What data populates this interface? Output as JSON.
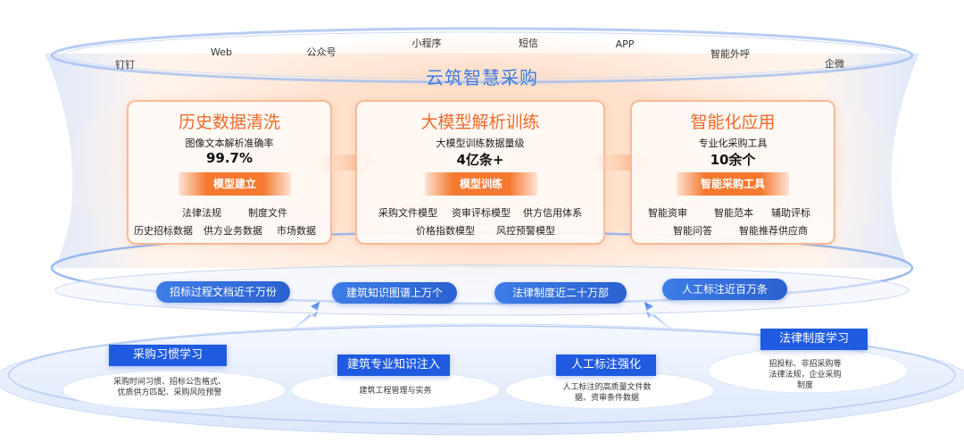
{
  "colors": {
    "accent_orange": "#f06a2c",
    "accent_blue": "#1f5be0",
    "title_blue": "#3d7be0"
  },
  "channels": [
    "钉钉",
    "Web",
    "公众号",
    "小程序",
    "短信",
    "APP",
    "智能外呼",
    "企微"
  ],
  "platform_title": "云筑智慧采购",
  "cards": [
    {
      "title": "历史数据清洗",
      "subtitle": "图像文本解析准确率",
      "number": "99.7%",
      "bar": "模型建立",
      "row1": [
        "法律法规",
        "制度文件"
      ],
      "row2": [
        "历史招标数据",
        "供方业务数据",
        "市场数据"
      ]
    },
    {
      "title": "大模型解析训练",
      "subtitle": "大模型训练数据量级",
      "number": "4亿条+",
      "bar": "模型训练",
      "row1": [
        "采购文件模型",
        "资审评标模型",
        "供方信用体系"
      ],
      "row2": [
        "价格指数模型",
        "风控预警模型"
      ]
    },
    {
      "title": "智能化应用",
      "subtitle": "专业化采购工具",
      "number": "10余个",
      "bar": "智能采购工具",
      "row1": [
        "智能资审",
        "智能范本",
        "辅助评标"
      ],
      "row2": [
        "智能问答",
        "智能推荐供应商"
      ]
    }
  ],
  "pills": [
    "招标过程文档近千万份",
    "建筑知识图谱上万个",
    "法律制度近二十万部",
    "人工标注近百万条"
  ],
  "bottom": [
    {
      "label": "采购习惯学习",
      "desc1": "采购时间习惯、招标公告格式、",
      "desc2": "优质供方匹配、采购风险预警"
    },
    {
      "label": "建筑专业知识注入",
      "desc1": "建筑工程管理与实务",
      "desc2": ""
    },
    {
      "label": "人工标注强化",
      "desc1": "人工标注的高质量文件数",
      "desc2": "据、资审条件数据"
    },
    {
      "label": "法律制度学习",
      "desc1": "招投标、非招采购等",
      "desc2": "法律法规，企业采购",
      "desc3": "制度"
    }
  ]
}
